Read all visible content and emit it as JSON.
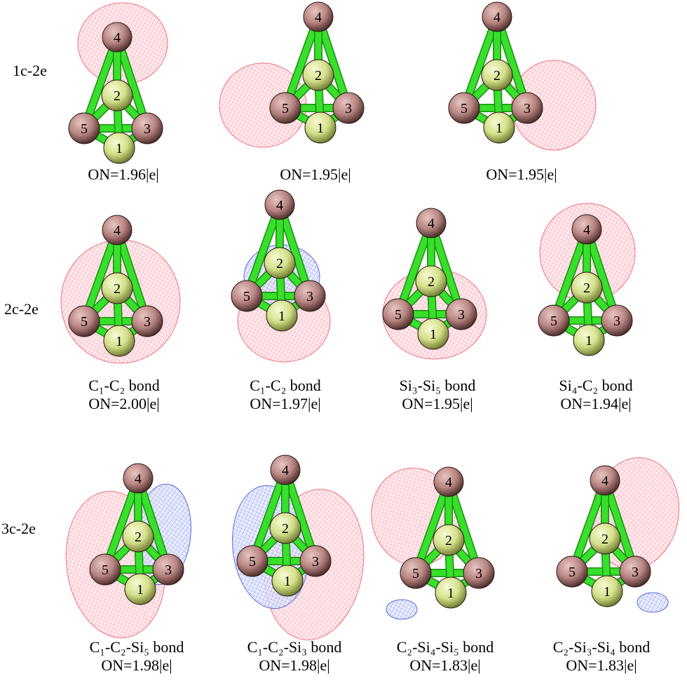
{
  "rows": [
    {
      "label": "1c-2e",
      "panels": [
        {
          "caption": [
            "ON=1.96|e|"
          ],
          "lobes": [
            {
              "color": "red",
              "at": "atom-4"
            }
          ]
        },
        {
          "caption": [
            "ON=1.95|e|"
          ],
          "lobes": [
            {
              "color": "red",
              "at": "atom-5"
            }
          ]
        },
        {
          "caption": [
            "ON=1.95|e|"
          ],
          "lobes": [
            {
              "color": "red",
              "at": "atom-3"
            }
          ]
        }
      ]
    },
    {
      "label": "2c-2e",
      "panels": [
        {
          "caption": [
            "C₁-C₂ bond",
            "ON=2.00|e|"
          ],
          "lobes": [
            {
              "color": "red",
              "at": "atoms-1-2"
            }
          ]
        },
        {
          "caption": [
            "C₁-C₂ bond",
            "ON=1.97|e|"
          ],
          "lobes": [
            {
              "color": "red",
              "at": "atom-1"
            },
            {
              "color": "blue",
              "at": "atom-2"
            }
          ]
        },
        {
          "caption": [
            "Si₃-Si₅ bond",
            "ON=1.95|e|"
          ],
          "lobes": [
            {
              "color": "red",
              "at": "atoms-3-5"
            }
          ]
        },
        {
          "caption": [
            "Si₄-C₂ bond",
            "ON=1.94|e|"
          ],
          "lobes": [
            {
              "color": "red",
              "at": "atoms-2-4"
            }
          ]
        }
      ]
    },
    {
      "label": "3c-2e",
      "panels": [
        {
          "caption": [
            "C₁-C₂-Si₅ bond",
            "ON=1.98|e|"
          ],
          "lobes": [
            {
              "color": "red",
              "at": "atoms-1-2-5"
            },
            {
              "color": "blue",
              "at": "atom-3"
            }
          ]
        },
        {
          "caption": [
            "C₁-C₂-Si₃ bond",
            "ON=1.98|e|"
          ],
          "lobes": [
            {
              "color": "red",
              "at": "atoms-1-2-3"
            },
            {
              "color": "blue",
              "at": "atom-5"
            }
          ]
        },
        {
          "caption": [
            "C₂-Si₄-Si₅ bond",
            "ON=1.83|e|"
          ],
          "lobes": [
            {
              "color": "red",
              "at": "atoms-2-4-5"
            },
            {
              "color": "blue",
              "at": "below-5"
            }
          ]
        },
        {
          "caption": [
            "C₂-Si₃-Si₄ bond",
            "ON=1.83|e|"
          ],
          "lobes": [
            {
              "color": "red",
              "at": "atoms-2-3-4"
            },
            {
              "color": "blue",
              "at": "below-3"
            }
          ]
        }
      ]
    }
  ],
  "atom_numbers": [
    "1",
    "2",
    "3",
    "4",
    "5"
  ],
  "colors": {
    "silicon": "#b88582",
    "carbon": "#d4e08a",
    "bond": "#37e02a",
    "red_lobe": "#ee5a6a",
    "blue_lobe": "#3b52d9"
  }
}
